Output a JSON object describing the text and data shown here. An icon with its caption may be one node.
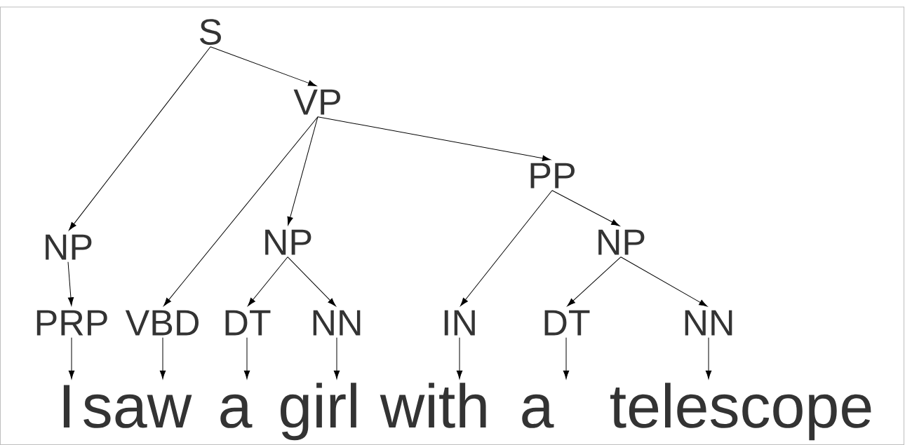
{
  "diagram": {
    "nodes": [
      {
        "text": [
          "S"
        ]
      },
      {
        "text": [
          "VP"
        ]
      },
      {
        "text": [
          "PP"
        ]
      },
      {
        "text": [
          "NP"
        ]
      },
      {
        "text": [
          "NP"
        ]
      },
      {
        "text": [
          "NP"
        ]
      },
      {
        "text": [
          "PRP"
        ]
      },
      {
        "text": [
          "VBD"
        ]
      },
      {
        "text": [
          "DT"
        ]
      },
      {
        "text": [
          "NN"
        ]
      },
      {
        "text": [
          "IN"
        ]
      },
      {
        "text": [
          "DT"
        ]
      },
      {
        "text": [
          "NN"
        ]
      },
      {
        "text": [
          "I"
        ]
      },
      {
        "text": [
          "saw"
        ]
      },
      {
        "text": [
          "a"
        ]
      },
      {
        "text": [
          "girl"
        ]
      },
      {
        "text": [
          "with"
        ]
      },
      {
        "text": [
          "a"
        ]
      },
      {
        "text": [
          "telescope"
        ]
      }
    ],
    "edges": [
      {
        "from": 0,
        "to": 1,
        "arrow": "to"
      },
      {
        "from": 0,
        "to": 3,
        "arrow": "to"
      },
      {
        "from": 1,
        "to": 7,
        "arrow": "to"
      },
      {
        "from": 1,
        "to": 4,
        "arrow": "to"
      },
      {
        "from": 1,
        "to": 2,
        "arrow": "to"
      },
      {
        "from": 2,
        "to": 10,
        "arrow": "to"
      },
      {
        "from": 2,
        "to": 5,
        "arrow": "to"
      },
      {
        "from": 3,
        "to": 6,
        "arrow": "to"
      },
      {
        "from": 4,
        "to": 8,
        "arrow": "to"
      },
      {
        "from": 4,
        "to": 9,
        "arrow": "to"
      },
      {
        "from": 5,
        "to": 11,
        "arrow": "to"
      },
      {
        "from": 5,
        "to": 12,
        "arrow": "to"
      },
      {
        "from": 6,
        "to": 13,
        "arrow": "to"
      },
      {
        "from": 7,
        "to": 14,
        "arrow": "to"
      },
      {
        "from": 8,
        "to": 15,
        "arrow": "to"
      },
      {
        "from": 9,
        "to": 16,
        "arrow": "to"
      },
      {
        "from": 10,
        "to": 17,
        "arrow": "to"
      },
      {
        "from": 11,
        "to": 18,
        "arrow": "to"
      },
      {
        "from": 12,
        "to": 19,
        "arrow": "to"
      }
    ]
  }
}
